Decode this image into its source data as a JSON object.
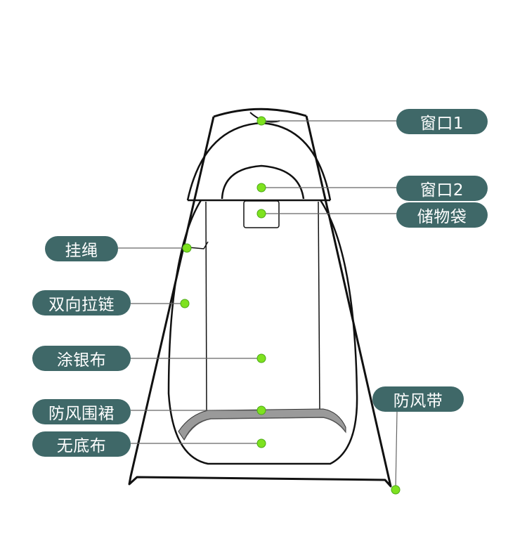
{
  "labels": {
    "window1": "窗口1",
    "window2": "窗口2",
    "storage_bag": "储物袋",
    "hanging_rope": "挂绳",
    "two_way_zipper": "双向拉链",
    "silver_coated_fabric": "涂银布",
    "windproof_skirt": "防风围裙",
    "no_bottom_fabric": "无底布",
    "windproof_strap": "防风带"
  },
  "colors": {
    "pill_background": "#3f6868",
    "pill_text": "#ffffff",
    "marker_dot": "#7ee21f",
    "leader_line": "#666666",
    "tent_outline": "#111111",
    "skirt_fill": "#9a9a9a"
  }
}
